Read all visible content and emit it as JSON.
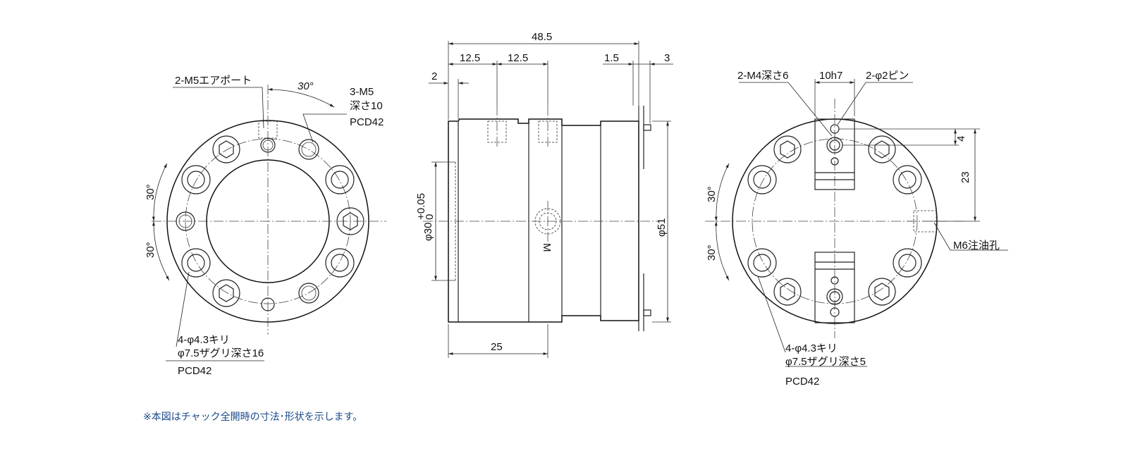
{
  "labels": {
    "air_port": "2-M5エアポート",
    "angle_top": "30°",
    "m5_thread": "3-M5",
    "m5_depth": "深さ10",
    "pcd_top_left": "PCD42",
    "angle_left_upper": "30°",
    "angle_left_lower": "30°",
    "hole_left_1": "4-φ4.3キリ",
    "hole_left_2": "φ7.5ザグリ深さ16",
    "pcd_bottom_left": "PCD42",
    "dim_total": "48.5",
    "dim_12_5_a": "12.5",
    "dim_12_5_b": "12.5",
    "dim_1_5": "1.5",
    "dim_3": "3",
    "dim_2": "2",
    "dim_bore": "φ30",
    "dim_bore_tol_upper": "+0.05",
    "dim_bore_tol_lower": "0",
    "dim_od": "φ51",
    "dim_25": "25",
    "port_m": "M",
    "m4_depth": "2-M4深さ6",
    "jaw_width": "10h7",
    "pin": "2-φ2ピン",
    "dim_4": "4",
    "dim_23": "23",
    "oil_hole": "M6注油孔",
    "angle_right_upper": "30°",
    "angle_right_lower": "30°",
    "hole_right_1": "4-φ4.3キリ",
    "hole_right_2": "φ7.5ザグリ深さ5",
    "pcd_right": "PCD42",
    "footnote": "※本図はチャック全開時の寸法･形状を示します。"
  },
  "colors": {
    "line": "#222222",
    "note": "#1a4a8a",
    "leader_accent": "#2e8b57"
  }
}
